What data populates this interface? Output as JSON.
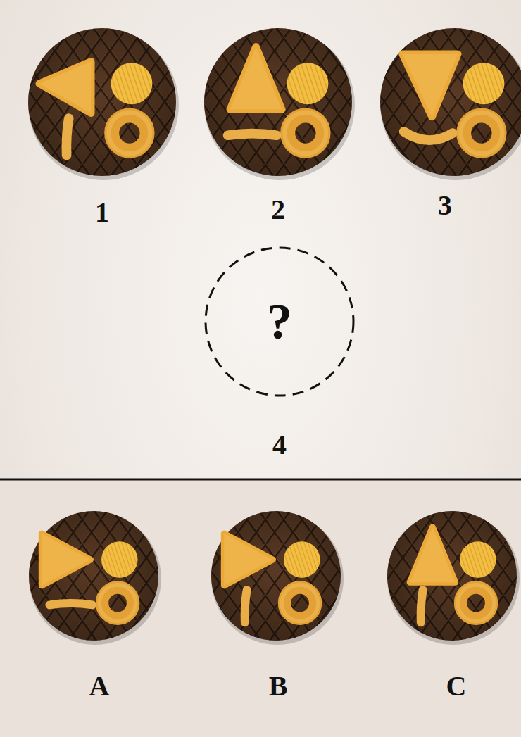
{
  "diagram": {
    "nodes": [
      {
        "text": [
          "?"
        ]
      }
    ],
    "labels": [
      "1",
      "2",
      "3",
      "4",
      "A",
      "B",
      "C"
    ]
  }
}
